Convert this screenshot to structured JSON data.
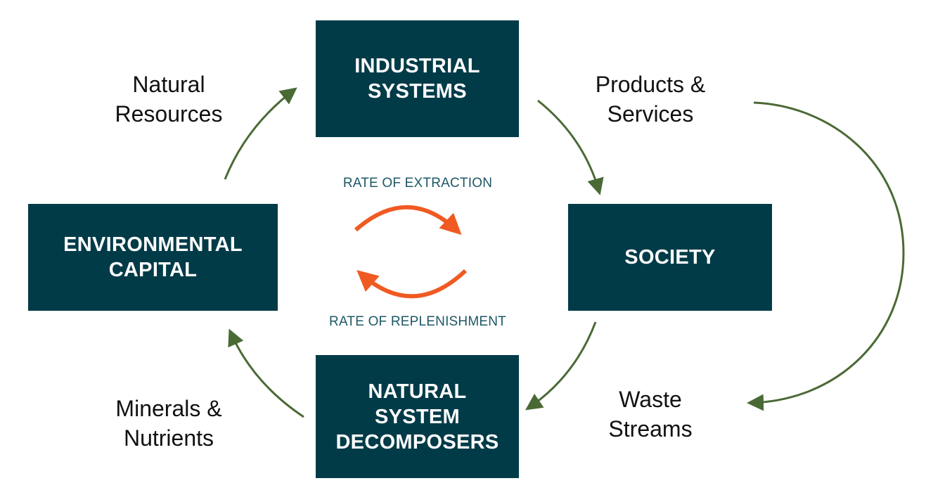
{
  "nodes": {
    "industrial": {
      "lines": [
        "INDUSTRIAL",
        "SYSTEMS"
      ]
    },
    "environmental": {
      "lines": [
        "ENVIRONMENTAL",
        "CAPITAL"
      ]
    },
    "society": {
      "lines": [
        "SOCIETY"
      ]
    },
    "decomposers": {
      "lines": [
        "NATURAL",
        "SYSTEM",
        "DECOMPOSERS"
      ]
    }
  },
  "flows": {
    "natural_resources": {
      "lines": [
        "Natural",
        "Resources"
      ]
    },
    "products_services": {
      "lines": [
        "Products &",
        "Services"
      ]
    },
    "minerals_nutrients": {
      "lines": [
        "Minerals &",
        "Nutrients"
      ]
    },
    "waste_streams": {
      "lines": [
        "Waste",
        "Streams"
      ]
    }
  },
  "center": {
    "extraction": "RATE OF EXTRACTION",
    "replenishment": "RATE OF REPLENISHMENT"
  },
  "colors": {
    "box": "#023b48",
    "flow_arrow": "#4a6a35",
    "rate_arrow": "#f05a22",
    "rate_text": "#1d5866"
  }
}
